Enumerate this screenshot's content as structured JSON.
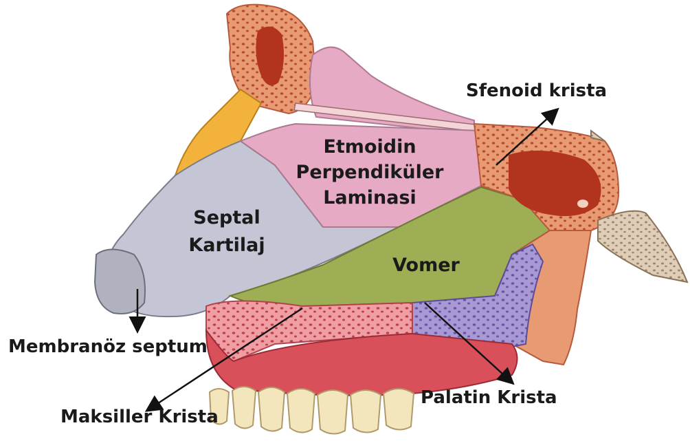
{
  "labels": {
    "sfenoid_krista": "Sfenoid krista",
    "etmoidin_line1": "Etmoidin",
    "etmoidin_line2": "Perpendiküler",
    "etmoidin_line3": "Laminasi",
    "septal_line1": "Septal",
    "septal_line2": "Kartilaj",
    "vomer": "Vomer",
    "membranoz_septum": "Membranöz septum",
    "maksiller_krista": "Maksiller Krista",
    "palatin_krista": "Palatin Krista"
  },
  "colors": {
    "septal_cartilage": "#c4c6d6",
    "ethmoid_plate": "#e6aac4",
    "vomer": "#9dae54",
    "bone_orange": "#e89a72",
    "bone_pink": "#eea0a6",
    "palate_red": "#d9505a",
    "palatine_purple": "#8c7cc0",
    "nasal_bone_yellow": "#f2b23c",
    "teeth": "#f4e6bc",
    "sinus_red": "#b3341e"
  }
}
